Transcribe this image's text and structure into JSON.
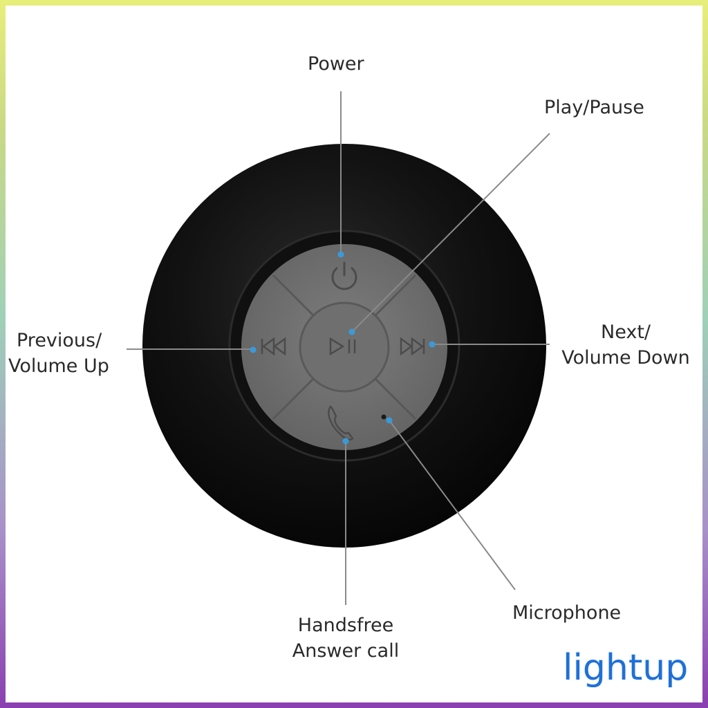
{
  "labels": {
    "power": "Power",
    "play_pause": "Play/Pause",
    "previous_line1": "Previous/",
    "previous_line2": "Volume Up",
    "next_line1": "Next/",
    "next_line2": "Volume Down",
    "handsfree_line1": "Handsfree",
    "handsfree_line2": "Answer call",
    "microphone": "Microphone"
  },
  "brand": "lightup",
  "colors": {
    "speaker_body": "#0c0c0c",
    "button_face": "#707070",
    "pointer_dot": "#3a9ad9",
    "leader_line": "#7a7a7a",
    "brand": "#1f6fd6"
  },
  "icons": [
    "power-icon",
    "play-pause-icon",
    "previous-icon",
    "next-icon",
    "phone-icon",
    "microphone-hole-icon"
  ]
}
